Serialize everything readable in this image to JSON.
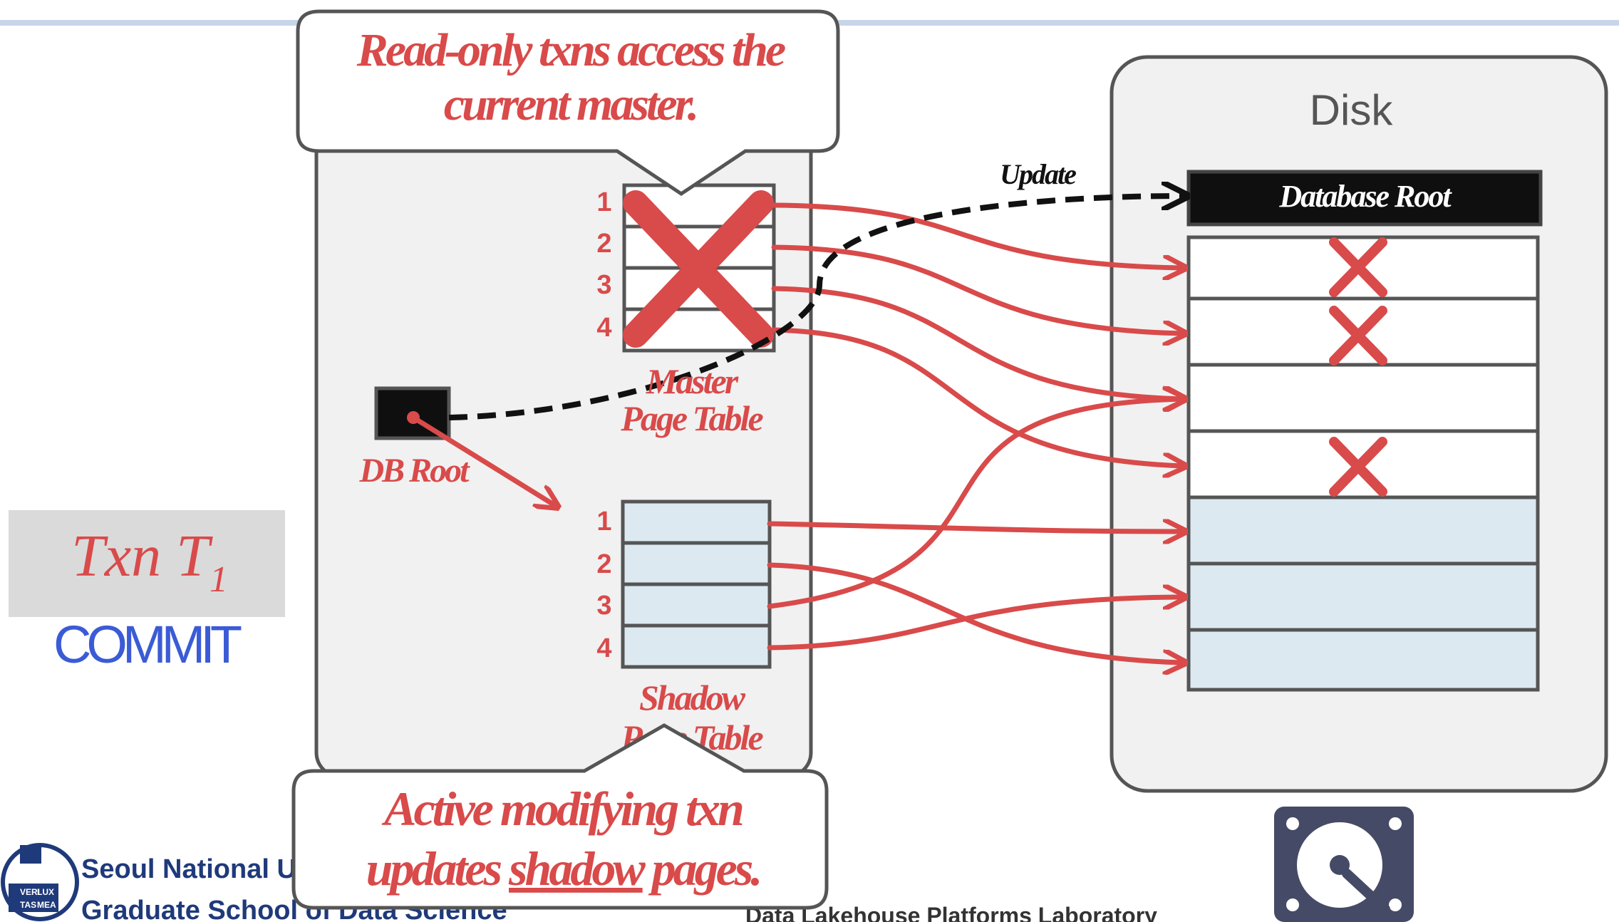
{
  "callout_top": {
    "line1": "Read-only txns access the",
    "line2": "current master."
  },
  "callout_bottom": {
    "line1": "Active modifying txn",
    "line2_prefix": "updates ",
    "line2_emph": "shadow",
    "line2_suffix": " pages."
  },
  "memory": {
    "db_root_label": "DB Root",
    "master_table": {
      "line1": "Master",
      "line2": "Page Table",
      "row_numbers": [
        "1",
        "2",
        "3",
        "4"
      ]
    },
    "shadow_table": {
      "line1": "Shadow",
      "line2": "Page Table",
      "row_numbers": [
        "1",
        "2",
        "3",
        "4"
      ]
    }
  },
  "disk": {
    "title": "Disk",
    "root_label": "Database Root",
    "update_label": "Update"
  },
  "txn": {
    "label": "Txn T",
    "subscript": "1",
    "status": "COMMIT"
  },
  "footer": {
    "university": "Seoul National U",
    "school": "Graduate School of Data Science",
    "lab": "Data Lakehouse Platforms Laboratory",
    "seal_text": [
      "VERI",
      "LUX",
      "TAS",
      "MEA"
    ]
  },
  "colors": {
    "accent_red": "#d94a4a",
    "commit_blue": "#3b5bd6",
    "shadow_fill": "#dde9f1",
    "panel_fill": "#f1f1f1",
    "header_line": "#c6d5e8"
  },
  "icons": [
    "hard-drive-icon",
    "snu-seal-icon"
  ]
}
